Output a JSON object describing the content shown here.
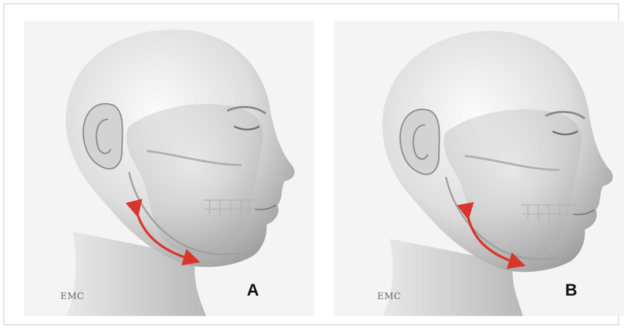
{
  "panels": [
    {
      "label": "A",
      "watermark": "EMC"
    },
    {
      "label": "B",
      "watermark": "EMC"
    }
  ],
  "colors": {
    "arrow": "#d9362b",
    "background": "#f4f4f4",
    "skin_light": "#efefef",
    "skin_shade": "#9a9a9a"
  }
}
